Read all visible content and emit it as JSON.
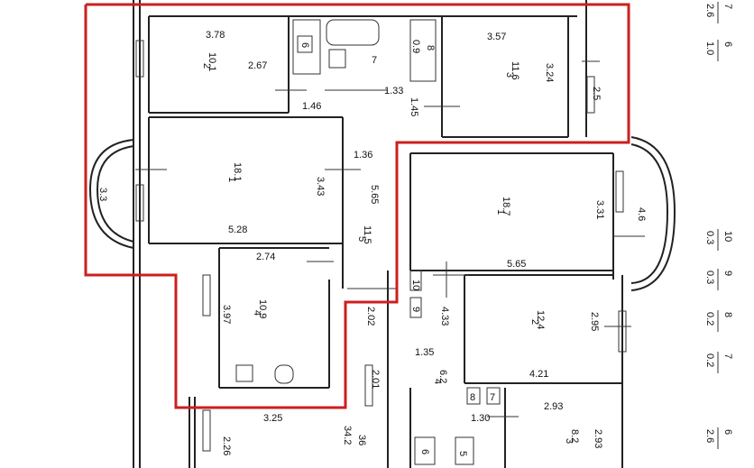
{
  "highlight_color": "#cc1f1f",
  "rooms": {
    "r1": {
      "dim_top": "3.78",
      "num": "2",
      "area": "10.1",
      "dim_side": "2.67"
    },
    "r2": {
      "dim_top": "3.57",
      "num": "3",
      "area": "11.6",
      "dim_side": "3.24"
    },
    "r3": {
      "num": "1",
      "area": "18.1",
      "dim_side": "3.43",
      "dim_bottom": "5.28"
    },
    "r4": {
      "dim_top": "2.74",
      "num": "4",
      "area": "10.9",
      "dim_side": "3.97"
    },
    "r5": {
      "num": "5",
      "area": "11.5",
      "dim_side": "5.65",
      "dim_top": "1.36"
    },
    "r6": {
      "num": "1",
      "area": "18.7",
      "dim_side": "3.31",
      "dim_bottom": "5.65"
    },
    "r7": {
      "num": "2",
      "area": "12.4",
      "dim_side": "2.95",
      "dim_bottom": "4.21"
    },
    "r8": {
      "num": "4",
      "area": "6.2",
      "dim_side": "2.01"
    },
    "r9": {
      "num": "3",
      "area": "8.2",
      "dim_top": "2.93",
      "dim_side": "2.93"
    }
  },
  "labels": {
    "bath_frac": "6",
    "bath_frac2": "7",
    "wc_top": "8",
    "wc_bot": "0.9",
    "hall_a": "1.46",
    "hall_b": "1.33",
    "hall_c": "1.45",
    "w25": "2.5",
    "bay": "3.3",
    "bay2": "4.6",
    "d202": "2.02",
    "d325": "3.25",
    "d36": "36",
    "d342": "34.2",
    "d226": "2.26",
    "d433": "4.33",
    "d135": "1.35",
    "d130": "1.30",
    "sm9": "9",
    "sm10": "10",
    "sm8": "8",
    "sm7": "7",
    "b6": "6",
    "b5": "5"
  },
  "side_fractions": [
    {
      "num": "7",
      "den": "2.6"
    },
    {
      "num": "6",
      "den": "1.0"
    },
    {
      "num": "10",
      "den": "0.3"
    },
    {
      "num": "9",
      "den": "0.3"
    },
    {
      "num": "8",
      "den": "0.2"
    },
    {
      "num": "7",
      "den": "0.2"
    },
    {
      "num": "6",
      "den": "2.6"
    }
  ]
}
